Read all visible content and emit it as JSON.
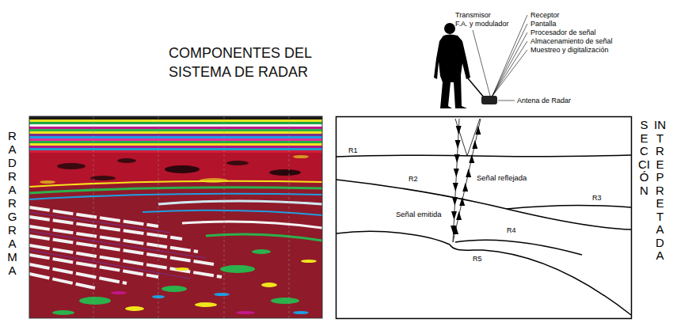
{
  "diagram": {
    "title": "COMPONENTES DEL SISTEMA DE RADAR",
    "labels": [
      "Transmisor",
      "F.A. y modulador",
      "Receptor",
      "Pantalla",
      "Procesador de señal",
      "Almacenamiento de señal",
      "Muestreo y digitalización",
      "Antena de Radar",
      "RADRARGRAMA",
      "SECCIÓN",
      "INTREPRETADA",
      "R1",
      "Señal reflejada",
      "R2",
      "R3",
      "Señal emitida",
      "R4",
      "R5"
    ]
  }
}
